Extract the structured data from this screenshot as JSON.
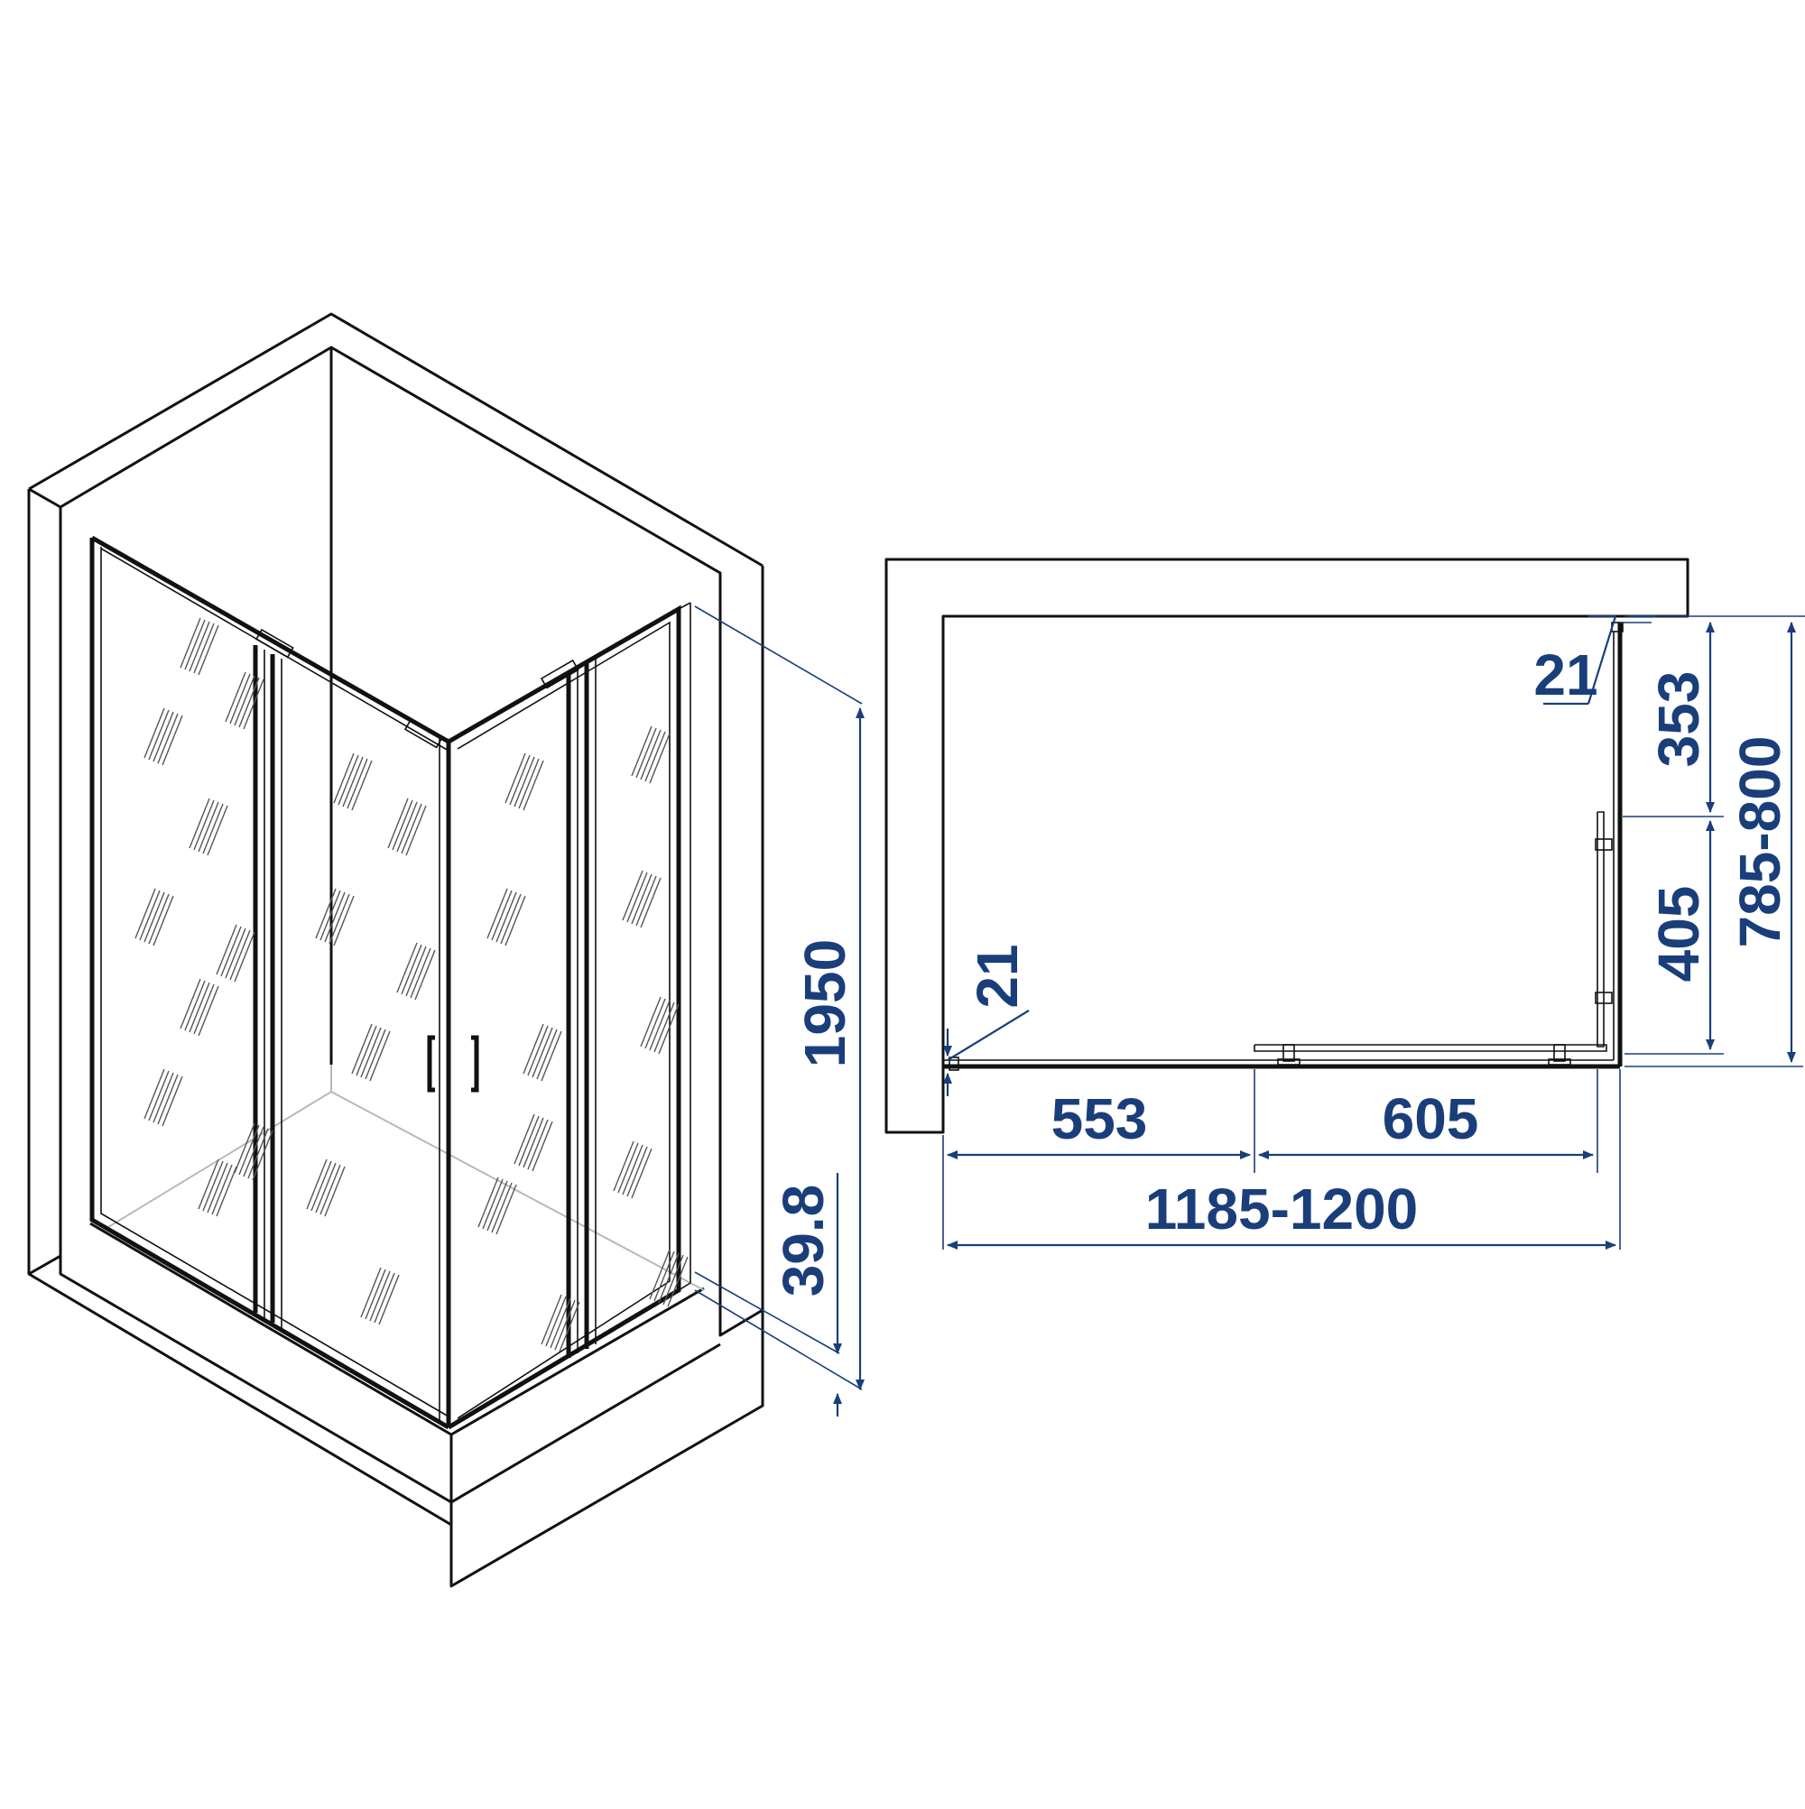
{
  "colors": {
    "line": "#111111",
    "dimension": "#1a3e7a",
    "background": "#ffffff"
  },
  "iso_view": {
    "height_label": "1950",
    "tray_height_label": "39.8"
  },
  "plan_view": {
    "top_gap_label": "21",
    "left_gap_label": "21",
    "side_upper_label": "353",
    "side_lower_label": "405",
    "depth_label": "785-800",
    "front_left_label": "553",
    "front_right_label": "605",
    "width_label": "1185-1200"
  }
}
